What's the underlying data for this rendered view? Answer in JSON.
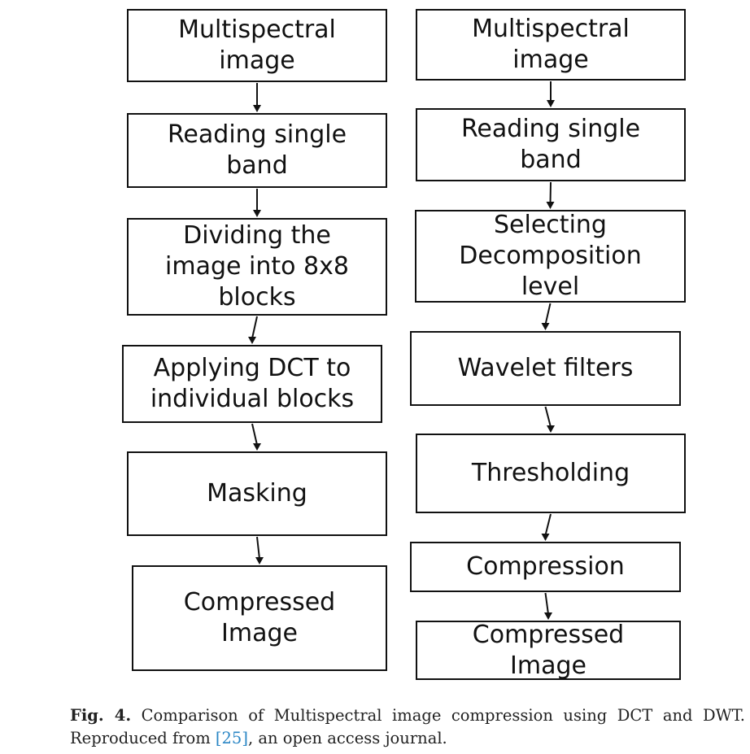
{
  "left_flow": [
    {
      "id": "l1",
      "text": "Multispectral\nimage"
    },
    {
      "id": "l2",
      "text": "Reading single\nband"
    },
    {
      "id": "l3",
      "text": "Dividing the\nimage into 8x8\nblocks"
    },
    {
      "id": "l4",
      "text": "Applying DCT to\nindividual blocks"
    },
    {
      "id": "l5",
      "text": "Masking"
    },
    {
      "id": "l6",
      "text": "Compressed\nImage"
    }
  ],
  "right_flow": [
    {
      "id": "r1",
      "text": "Multispectral\nimage"
    },
    {
      "id": "r2",
      "text": "Reading single\nband"
    },
    {
      "id": "r3",
      "text": "Selecting\nDecomposition\nlevel"
    },
    {
      "id": "r4",
      "text": "Wavelet filters"
    },
    {
      "id": "r5",
      "text": "Thresholding"
    },
    {
      "id": "r6",
      "text": "Compression"
    },
    {
      "id": "r7",
      "text": "Compressed\nImage"
    }
  ],
  "caption": {
    "label": "Fig. 4.",
    "text_before_ref": " Comparison of Multispectral image compression using DCT and DWT. Reproduced from ",
    "ref": "[25]",
    "text_after_ref": ", an open access journal."
  }
}
